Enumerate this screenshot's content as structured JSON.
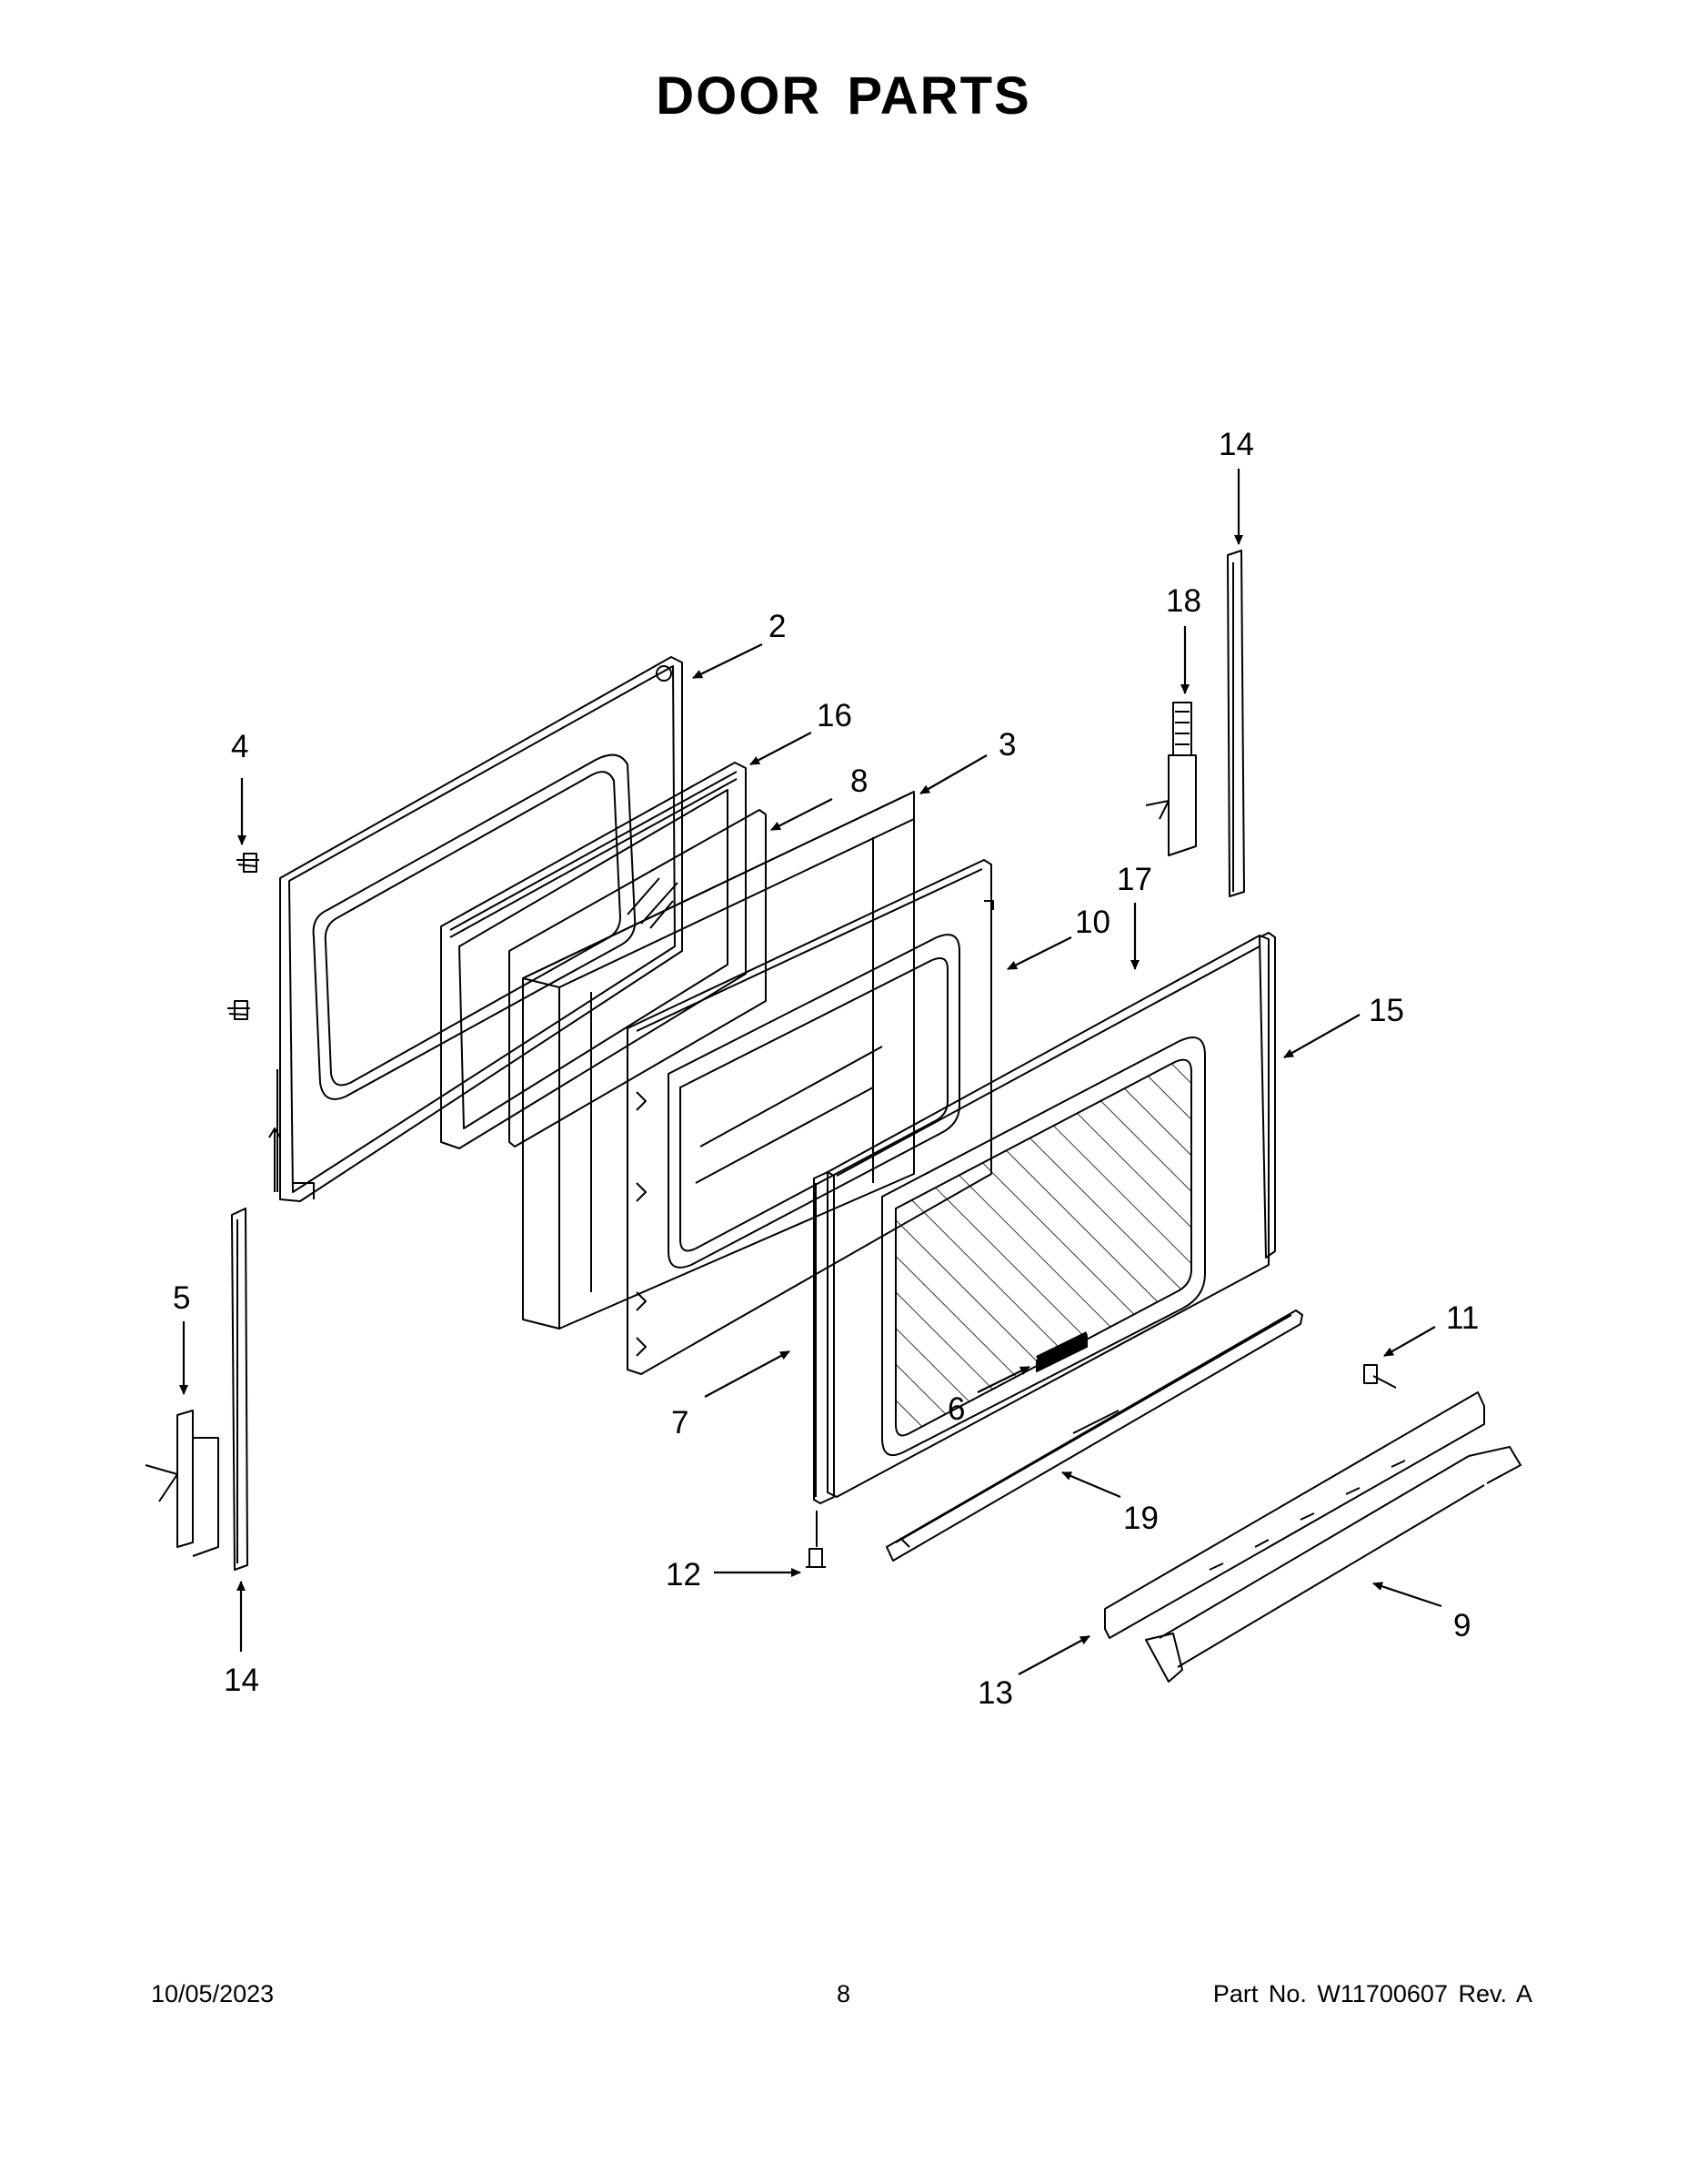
{
  "page": {
    "title": "DOOR PARTS",
    "date": "10/05/2023",
    "page_number": "8",
    "part_info": "Part No.  W11700607  Rev.  A"
  },
  "callouts": [
    {
      "id": "c-14-top",
      "label": "14"
    },
    {
      "id": "c-18",
      "label": "18"
    },
    {
      "id": "c-2",
      "label": "2"
    },
    {
      "id": "c-16",
      "label": "16"
    },
    {
      "id": "c-3",
      "label": "3"
    },
    {
      "id": "c-4",
      "label": "4"
    },
    {
      "id": "c-8",
      "label": "8"
    },
    {
      "id": "c-17",
      "label": "17"
    },
    {
      "id": "c-10",
      "label": "10"
    },
    {
      "id": "c-15",
      "label": "15"
    },
    {
      "id": "c-5",
      "label": "5"
    },
    {
      "id": "c-11",
      "label": "11"
    },
    {
      "id": "c-7",
      "label": "7"
    },
    {
      "id": "c-6",
      "label": "6"
    },
    {
      "id": "c-19",
      "label": "19"
    },
    {
      "id": "c-12",
      "label": "12"
    },
    {
      "id": "c-9",
      "label": "9"
    },
    {
      "id": "c-13",
      "label": "13"
    },
    {
      "id": "c-14-bottom",
      "label": "14"
    }
  ],
  "colors": {
    "line": "#000000",
    "background": "#ffffff"
  }
}
